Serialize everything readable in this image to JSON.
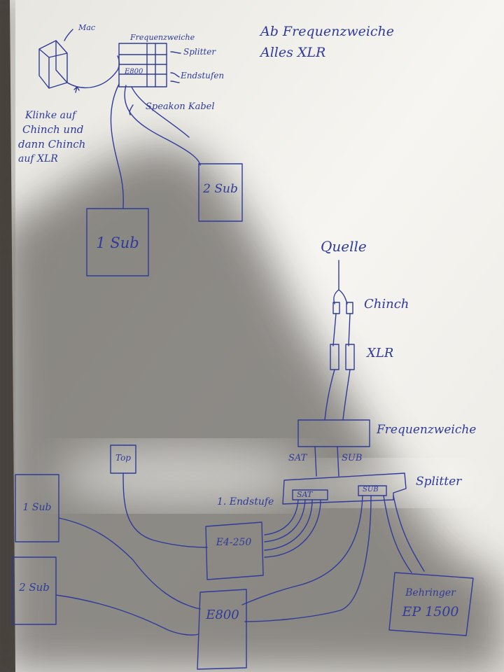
{
  "top_diagram": {
    "mac_label": "Mac",
    "frequenzweiche_label": "Frequenzweiche",
    "splitter_label": "Splitter",
    "e800_label": "E800",
    "endstufen_label": "Endstufen",
    "speakon_label": "Speakon Kabel",
    "klinke_note": [
      "Klinke auf",
      "Chinch und",
      "dann Chinch",
      "auf XLR"
    ],
    "heading_line1": "Ab Frequenzweiche",
    "heading_line2": "Alles XLR",
    "sub1_label": "1 Sub",
    "sub2_label": "2 Sub"
  },
  "bottom_diagram": {
    "quelle_label": "Quelle",
    "chinch_label": "Chinch",
    "xlr_label": "XLR",
    "frequenzweiche_label": "Frequenzweiche",
    "sat_label": "SAT",
    "sub_label": "SUB",
    "splitter_label": "Splitter",
    "splitter_sat_label": "SAT",
    "splitter_sub_label": "SUB",
    "endstufe_label": "1. Endstufe",
    "top_label": "Top",
    "e4_label": "E4-250",
    "sub1_label": "1 Sub",
    "sub2_label": "2 Sub",
    "e800_label": "E800",
    "behringer_line1": "Behringer",
    "behringer_line2": "EP 1500"
  },
  "colors": {
    "ink": "#2f3a9a",
    "paper_light": "#f4f3ef",
    "shadow": "#6f6a63"
  }
}
